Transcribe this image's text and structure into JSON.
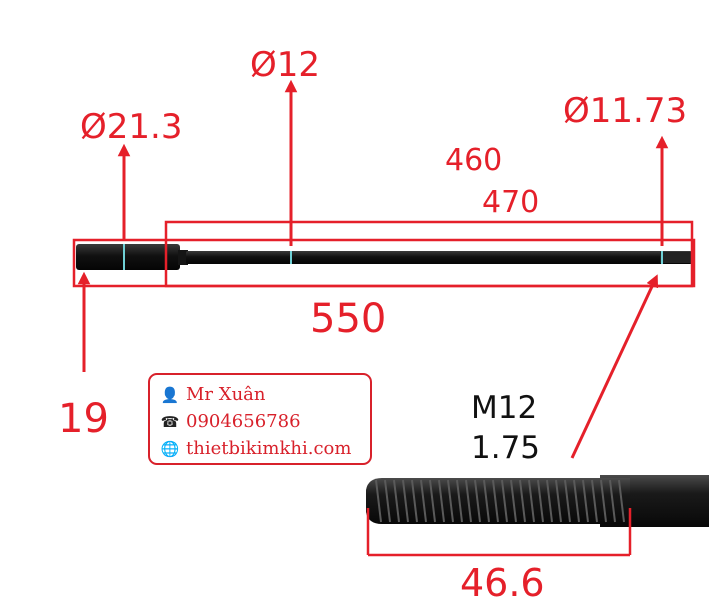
{
  "diagram": {
    "dimensions": {
      "dia_head": "Ø21.3",
      "dia_shaft": "Ø12",
      "dia_thread": "Ø11.73",
      "length_460": "460",
      "length_470": "470",
      "total_length": "550",
      "head_length": "19",
      "thread_spec": "M12",
      "thread_pitch": "1.75",
      "thread_length": "46.6"
    },
    "colors": {
      "dimension": "#e5202a",
      "rod": "#141414"
    }
  },
  "contact": {
    "name": "Mr Xuân",
    "phone": "0904656786",
    "website": "thietbikimkhi.com",
    "icons": [
      "person-icon",
      "phone-icon",
      "globe-icon"
    ]
  }
}
